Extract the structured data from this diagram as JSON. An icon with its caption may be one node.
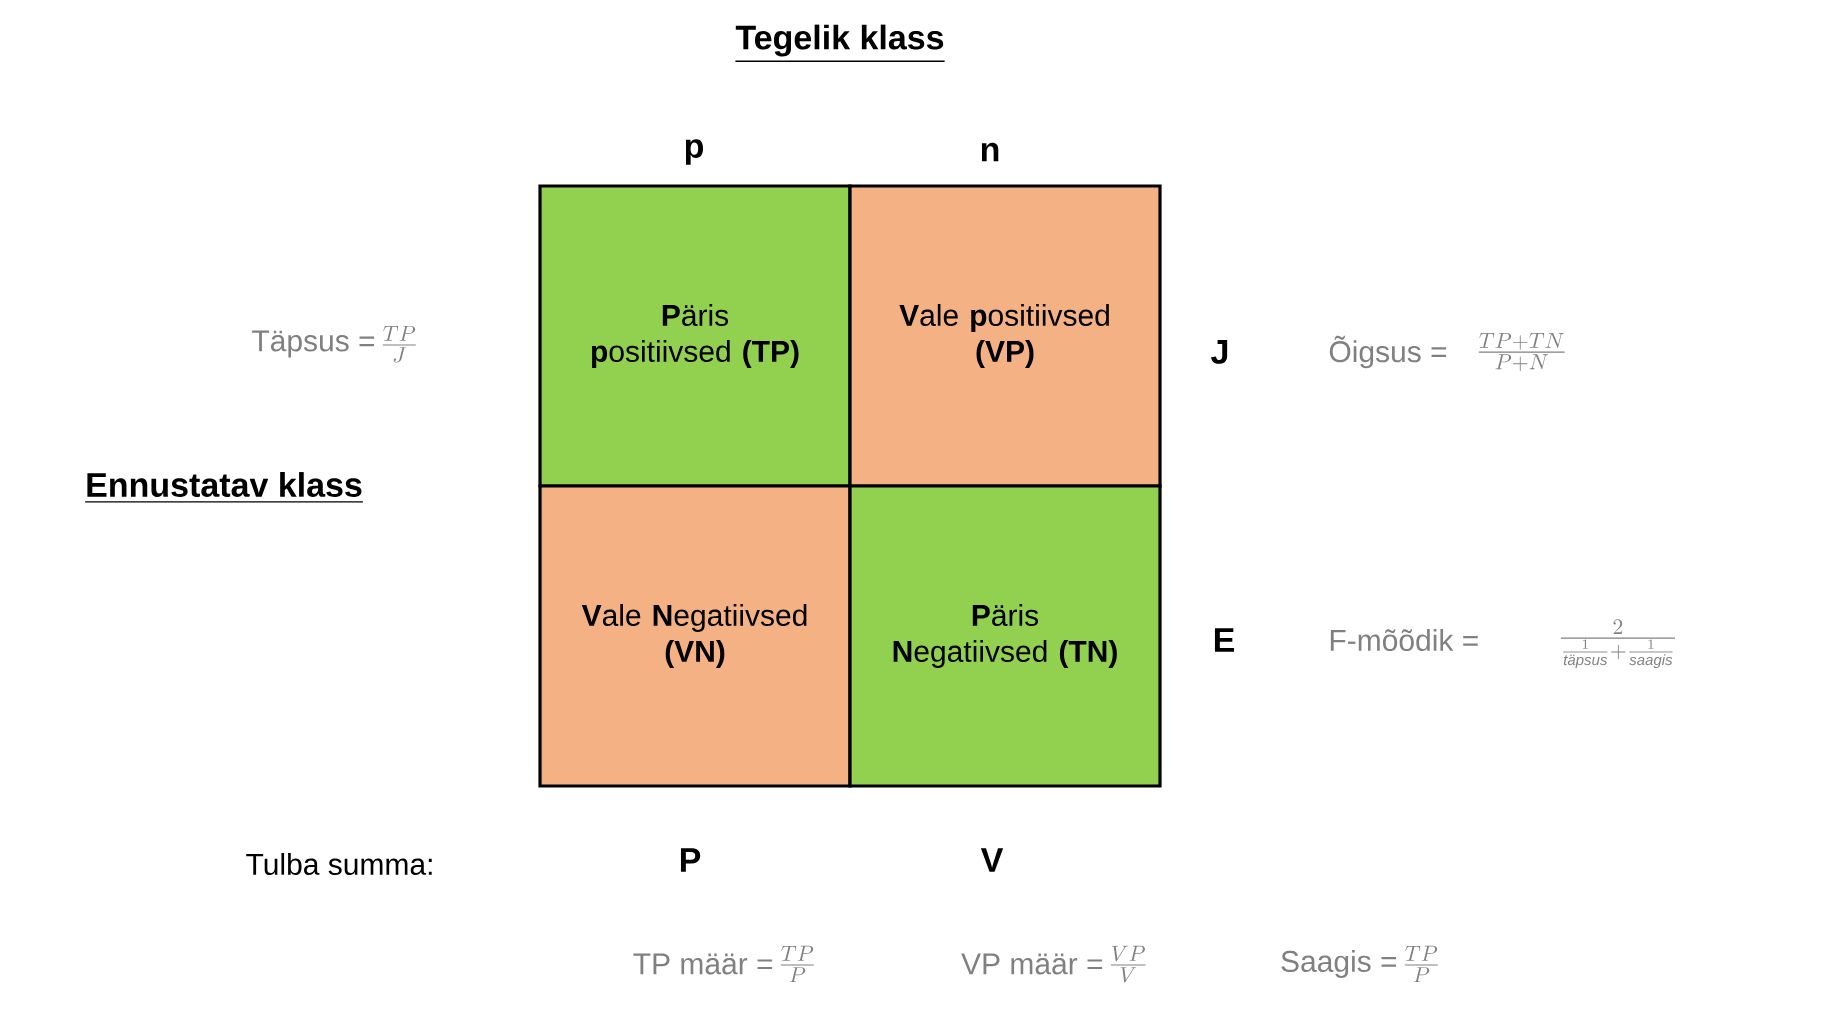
{
  "diagram": {
    "nodes": [
      {
        "text": [
          "**P**äris **p**ositiivsed **(TP)**"
        ]
      },
      {
        "text": [
          "**V**ale **p**ositiivsed **(VP)**"
        ]
      },
      {
        "text": [
          "**V**ale **N**egatiivsed **(VN)**"
        ]
      },
      {
        "text": [
          "**P**äris **N**egatiivsed **(TN)**"
        ]
      }
    ],
    "labels": [
      "Tegelik klass",
      "p",
      "n",
      "Täpsus =",
      "\\frac{TP}{J}",
      "J",
      "Õigsus =",
      "\\frac{TP+TN}{P+N}",
      "Ennustatav klass",
      "E",
      "F-mõõdik =",
      "\\frac{2}{\\frac{1}{\\textit{täpsus}}+\\frac{1}{\\textit{saagis}}}",
      "Tulba summa:",
      "P",
      "V",
      "TP määr =",
      "\\frac{TP}{P}",
      "VP määr =",
      "\\frac{VP}{V}",
      "Saagis =",
      "\\frac{TP}{P}"
    ]
  }
}
